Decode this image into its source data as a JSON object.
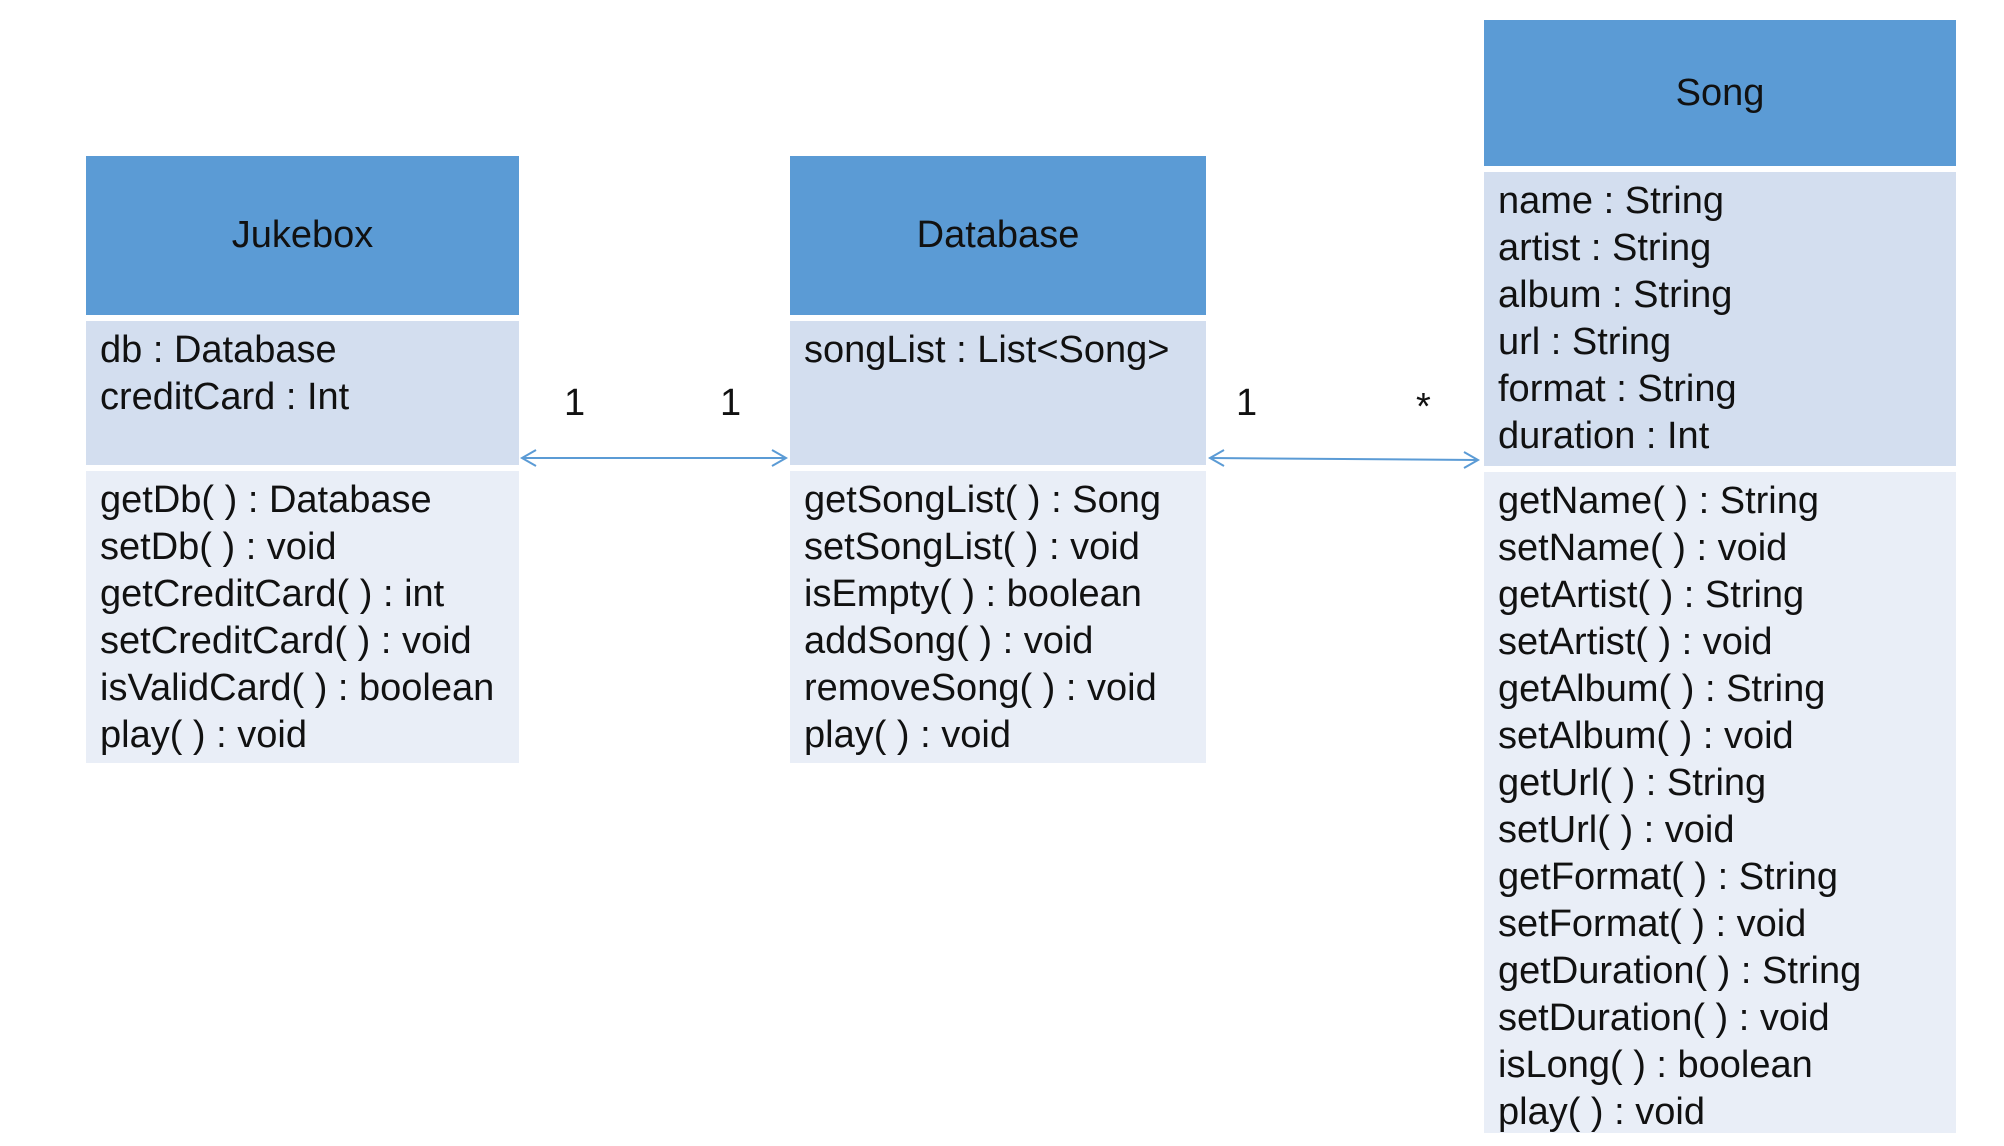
{
  "classes": {
    "jukebox": {
      "name": "Jukebox",
      "attributes": [
        "db : Database",
        "creditCard : Int"
      ],
      "methods": [
        "getDb( ) : Database",
        "setDb( ) : void",
        "getCreditCard( ) : int",
        "setCreditCard( ) : void",
        "isValidCard( ) : boolean",
        "play( ) : void"
      ]
    },
    "database": {
      "name": "Database",
      "attributes": [
        "songList : List<Song>"
      ],
      "methods": [
        "getSongList( ) : Song",
        "setSongList( ) : void",
        "isEmpty( ) : boolean",
        "addSong( ) : void",
        "removeSong( ) : void",
        "play( ) : void"
      ]
    },
    "song": {
      "name": "Song",
      "attributes": [
        "name : String",
        "artist : String",
        "album : String",
        "url : String",
        "format : String",
        "duration : Int"
      ],
      "methods": [
        "getName( ) : String",
        "setName( ) : void",
        "getArtist( ) : String",
        "setArtist( ) : void",
        "getAlbum( ) : String",
        "setAlbum( ) : void",
        "getUrl( ) : String",
        "setUrl( ) : void",
        "getFormat( ) : String",
        "setFormat( ) : void",
        "getDuration( ) : String",
        "setDuration( ) : void",
        "isLong( ) : boolean",
        "play( ) : void"
      ]
    }
  },
  "associations": [
    {
      "from": "Jukebox",
      "to": "Database",
      "from_multiplicity": "1",
      "to_multiplicity": "1"
    },
    {
      "from": "Database",
      "to": "Song",
      "from_multiplicity": "1",
      "to_multiplicity": "*"
    }
  ],
  "colors": {
    "header": "#5b9bd5",
    "attributes_bg": "#d3deef",
    "methods_bg": "#e9eef7",
    "connector": "#5b9bd5"
  }
}
